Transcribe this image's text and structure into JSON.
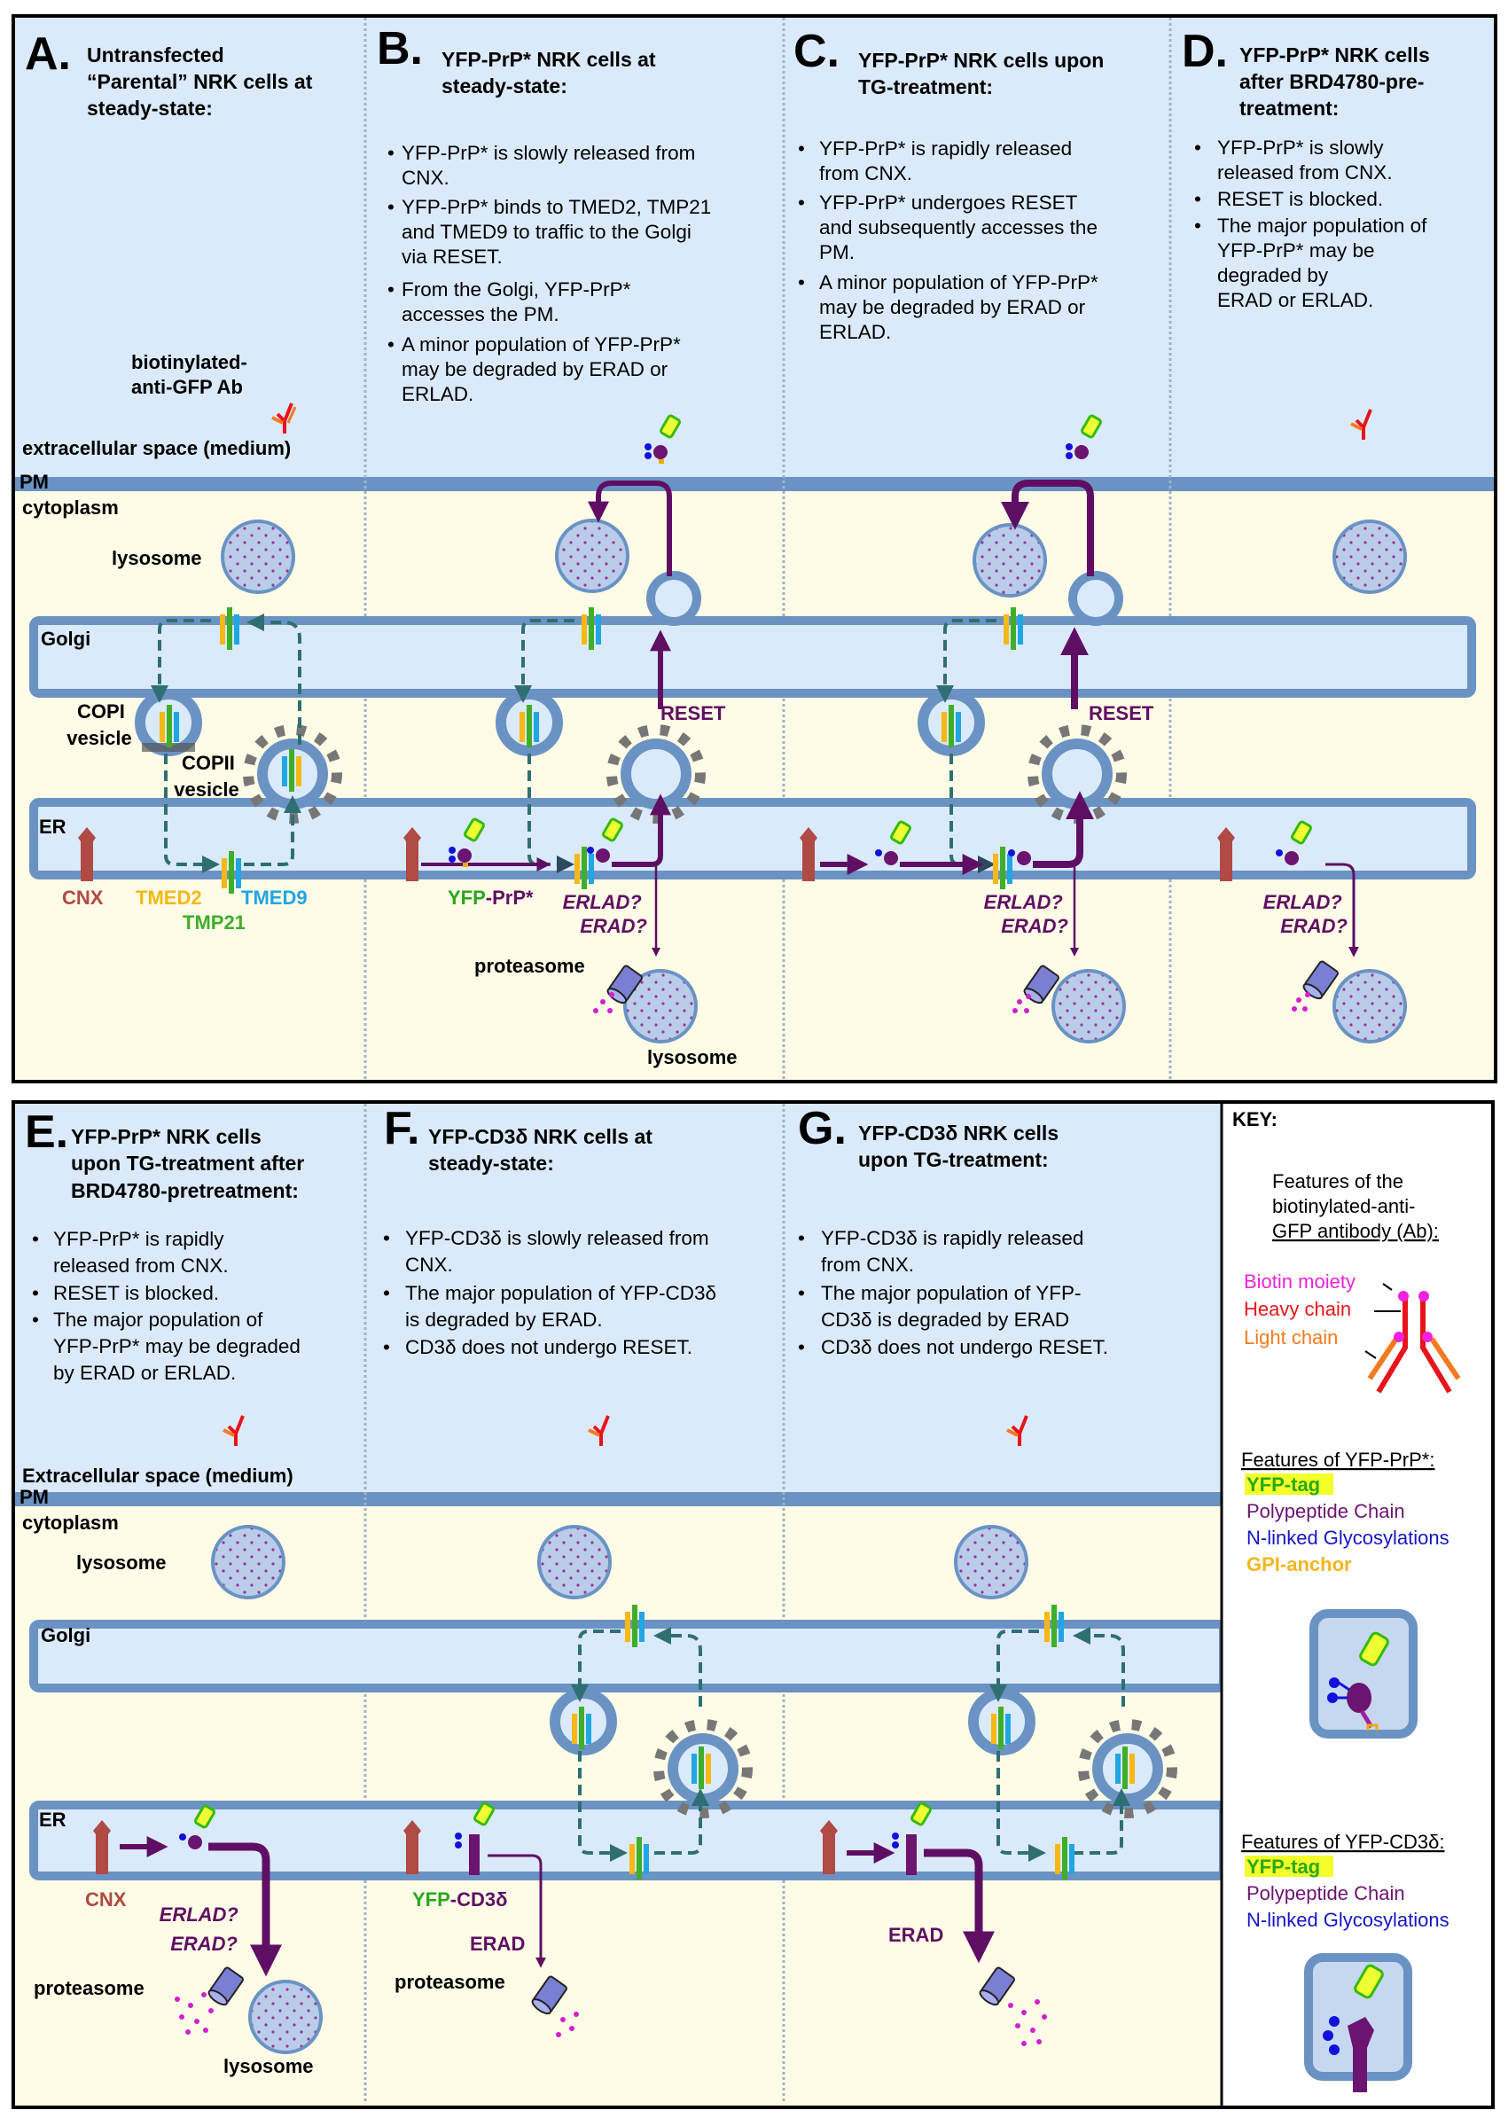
{
  "colors": {
    "extracellular_bg": "#dbeafb",
    "cytoplasm_bg": "#fefbe6",
    "membrane": "#6a93c4",
    "organelle_fill": "#dbeafb",
    "lysosome_fill": "#b9cde9",
    "cnx": "#b04a44",
    "tmed2": "#f5b817",
    "tmp21": "#3fae2a",
    "tmed9": "#1fa6e3",
    "coat_gray": "#777777",
    "pathway_purple": "#5f0f63",
    "dashed_teal": "#2f6f73",
    "yfp_fill": "#eeff33",
    "yfp_outline": "#33bb11",
    "glyco_blue": "#1111dd",
    "gpi_orange": "#f0a800",
    "biotin_magenta": "#ee22dd",
    "heavy_chain": "#e8141b",
    "light_chain": "#f47a1f",
    "proteasome": "#7b7fd4"
  },
  "panels": {
    "A": {
      "letter": "A.",
      "title": [
        "Untransfected",
        "“Parental” NRK cells at",
        "steady-state:"
      ],
      "bullets": [],
      "ab_label": [
        "biotinylated-",
        "anti-GFP Ab"
      ],
      "extracellular_label": "extracellular space (medium)",
      "pm_label": "PM",
      "cytoplasm_label": "cytoplasm",
      "lysosome_label": "lysosome",
      "golgi_label": "Golgi",
      "copi_label": [
        "COPI",
        "vesicle"
      ],
      "copii_label": [
        "COPII",
        "vesicle"
      ],
      "er_label": "ER",
      "cnx_label": "CNX",
      "tmed2_label": "TMED2",
      "tmed9_label": "TMED9",
      "tmp21_label": "TMP21"
    },
    "B": {
      "letter": "B.",
      "title": [
        "YFP-PrP* NRK cells at",
        "steady-state:"
      ],
      "bullets": [
        [
          "YFP-PrP* is slowly released from",
          "CNX."
        ],
        [
          "YFP-PrP* binds to TMED2, TMP21",
          "and TMED9 to traffic to the Golgi",
          "via RESET."
        ],
        [
          "From the Golgi, YFP-PrP*",
          "accesses the PM."
        ],
        [
          "A minor population of YFP-PrP*",
          "may be degraded by ERAD or",
          "ERLAD."
        ]
      ],
      "reset_label": "RESET",
      "substrate_label_yfp": "YFP",
      "substrate_label_rest": "-PrP*",
      "deg_label": [
        "ERLAD?",
        "ERAD?"
      ],
      "proteasome_label": "proteasome",
      "lysosome_label": "lysosome"
    },
    "C": {
      "letter": "C.",
      "title": [
        "YFP-PrP* NRK cells upon",
        "TG-treatment:"
      ],
      "bullets": [
        [
          "YFP-PrP* is rapidly released",
          "from CNX."
        ],
        [
          "YFP-PrP* undergoes RESET",
          "and subsequently accesses the",
          "PM."
        ],
        [
          "A minor population of YFP-PrP*",
          "may be degraded by ERAD or",
          "ERLAD."
        ]
      ],
      "reset_label": "RESET",
      "deg_label": [
        "ERLAD?",
        "ERAD?"
      ]
    },
    "D": {
      "letter": "D.",
      "title": [
        "YFP-PrP* NRK cells",
        "after BRD4780-pre-",
        "treatment:"
      ],
      "bullets": [
        [
          "YFP-PrP* is slowly",
          "released from CNX."
        ],
        [
          "RESET is blocked."
        ],
        [
          "The major population of",
          "YFP-PrP* may be",
          "degraded by",
          " ERAD or ERLAD."
        ]
      ],
      "deg_label": [
        "ERLAD?",
        "ERAD?"
      ]
    },
    "E": {
      "letter": "E.",
      "title": [
        "YFP-PrP* NRK cells",
        "upon TG-treatment after",
        "BRD4780-pretreatment:"
      ],
      "bullets": [
        [
          "YFP-PrP* is rapidly",
          "released from CNX."
        ],
        [
          "RESET is blocked."
        ],
        [
          "The major population of",
          "YFP-PrP* may be degraded",
          "by ERAD or ERLAD."
        ]
      ],
      "extracellular_label": "Extracellular space (medium)",
      "pm_label": "PM",
      "cytoplasm_label": "cytoplasm",
      "lysosome_label": "lysosome",
      "golgi_label": "Golgi",
      "er_label": "ER",
      "cnx_label": "CNX",
      "deg_label": [
        "ERLAD?",
        "ERAD?"
      ],
      "proteasome_label": "proteasome",
      "lysosome_label2": "lysosome"
    },
    "F": {
      "letter": "F.",
      "title": [
        "YFP-CD3δ NRK cells at",
        "steady-state:"
      ],
      "bullets": [
        [
          "YFP-CD3δ is slowly released from",
          "CNX."
        ],
        [
          "The major population of YFP-CD3δ",
          "is degraded by ERAD."
        ],
        [
          "CD3δ does not undergo RESET."
        ]
      ],
      "substrate_label_yfp": "YFP",
      "substrate_label_rest": "-CD3δ",
      "deg_label": "ERAD",
      "proteasome_label": "proteasome"
    },
    "G": {
      "letter": "G.",
      "title": [
        "YFP-CD3δ NRK cells",
        "upon TG-treatment:"
      ],
      "bullets": [
        [
          "YFP-CD3δ is rapidly released",
          "from CNX."
        ],
        [
          "The major population of YFP-",
          "CD3δ is degraded by ERAD"
        ],
        [
          "CD3δ does not undergo RESET."
        ]
      ],
      "deg_label": "ERAD"
    }
  },
  "key": {
    "title": "KEY:",
    "ab_heading": [
      "Features of the",
      "biotinylated-anti-",
      "GFP antibody (Ab):"
    ],
    "ab_parts": [
      {
        "label": "Biotin moiety",
        "color": "#ee22dd"
      },
      {
        "label": "Heavy chain",
        "color": "#e8141b"
      },
      {
        "label": "Light chain",
        "color": "#f47a1f"
      }
    ],
    "prp_heading": "Features of YFP-PrP*:",
    "prp_items": [
      {
        "label": "YFP-tag",
        "color": "#2aa818",
        "highlight": "#f4ff2a",
        "bold": true
      },
      {
        "label": "Polypeptide Chain",
        "color": "#6b1470"
      },
      {
        "label": "N-linked Glycosylations",
        "color": "#1515c8"
      },
      {
        "label": "GPI-anchor",
        "color": "#f4b51d",
        "bold": true
      }
    ],
    "cd3_heading": "Features of YFP-CD3δ:",
    "cd3_items": [
      {
        "label": "YFP-tag",
        "color": "#2aa818",
        "highlight": "#f4ff2a",
        "bold": true
      },
      {
        "label": "Polypeptide Chain",
        "color": "#6b1470"
      },
      {
        "label": "N-linked Glycosylations",
        "color": "#1515c8"
      }
    ]
  }
}
